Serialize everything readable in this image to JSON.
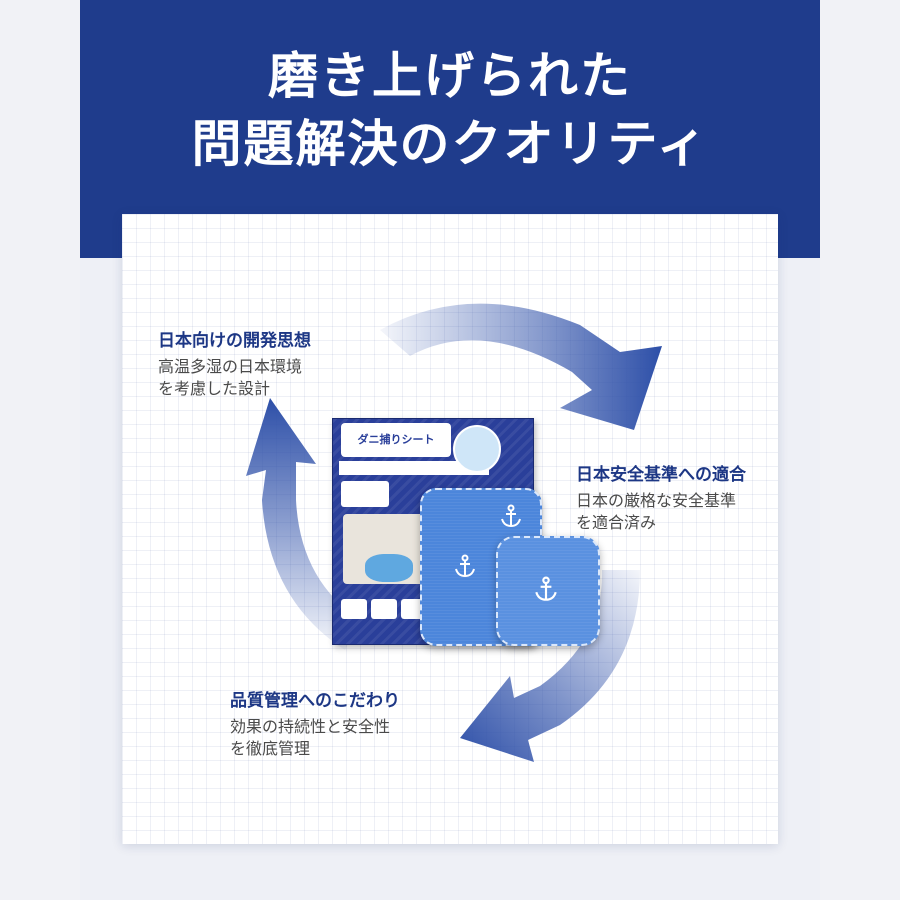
{
  "headline": {
    "line1": "磨き上げられた",
    "line2": "問題解決のクオリティ"
  },
  "features": [
    {
      "title": "日本向けの開発思想",
      "line1": "高温多湿の日本環境",
      "line2": "を考慮した設計"
    },
    {
      "title": "日本安全基準への適合",
      "line1": "日本の厳格な安全基準",
      "line2": "を適合済み"
    },
    {
      "title": "品質管理へのこだわり",
      "line1": "効果の持続性と安全性",
      "line2": "を徹底管理"
    }
  ],
  "product": {
    "box_title": "ダニ捕りシート"
  },
  "colors": {
    "brand_navy": "#1f3c8c",
    "arrow_blue": "#2d4fa8",
    "title_blue": "#1d3785",
    "sheet_blue": "#4c86db"
  }
}
